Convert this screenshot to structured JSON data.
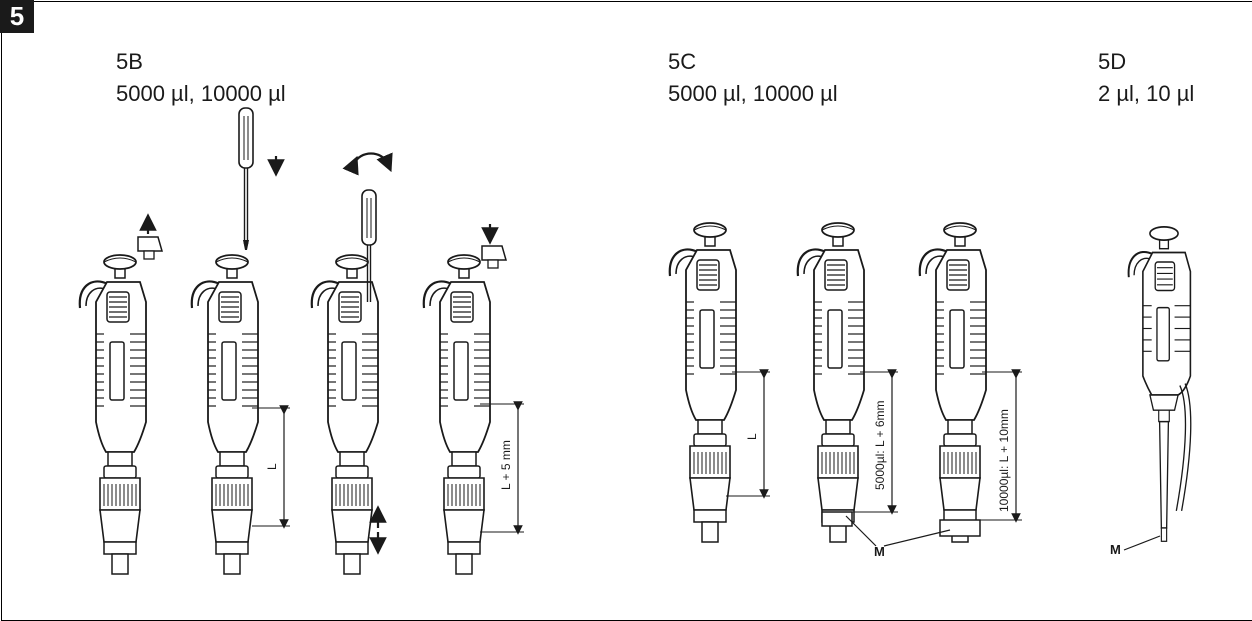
{
  "figure_number": "5",
  "sections": [
    {
      "id": "5B",
      "title": "5B",
      "volumes": "5000 µl, 10000 µl"
    },
    {
      "id": "5C",
      "title": "5C",
      "volumes": "5000 µl, 10000 µl"
    },
    {
      "id": "5D",
      "title": "5D",
      "volumes": "2 µl, 10 µl"
    }
  ],
  "dimension_labels": {
    "base_length": "L",
    "length_plus_5": "L + 5 mm",
    "length_5000": "5000µl: L + 6mm",
    "length_10000": "10000µl: L + 10mm"
  },
  "callout_m": "M"
}
